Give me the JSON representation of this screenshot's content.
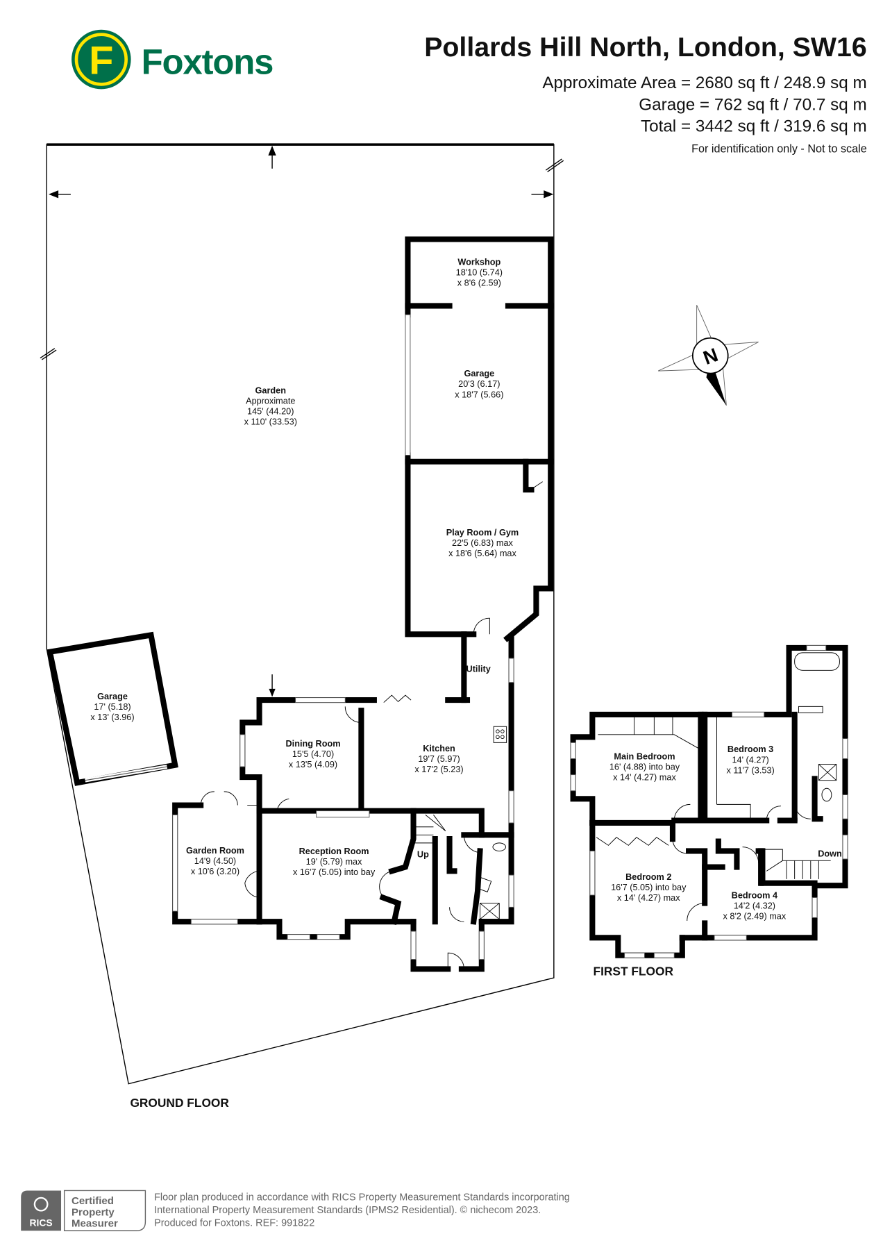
{
  "brand": {
    "name": "Foxtons",
    "logo_letter": "F",
    "green": "#00704A",
    "yellow": "#FFE500"
  },
  "header": {
    "title": "Pollards Hill North, London, SW16",
    "areas": [
      "Approximate Area = 2680 sq ft / 248.9 sq m",
      "Garage = 762 sq ft / 70.7 sq m",
      "Total = 3442 sq ft / 319.6 sq m"
    ],
    "disclaimer": "For identification only - Not to scale"
  },
  "ground_floor": {
    "label": "GROUND FLOOR",
    "rooms": {
      "garden": {
        "name": "Garden",
        "lines": [
          "Approximate",
          "145' (44.20)",
          "x 110' (33.53)"
        ]
      },
      "workshop": {
        "name": "Workshop",
        "lines": [
          "18'10 (5.74)",
          "x 8'6 (2.59)"
        ]
      },
      "garage_main": {
        "name": "Garage",
        "lines": [
          "20'3 (6.17)",
          "x 18'7 (5.66)"
        ]
      },
      "playroom": {
        "name": "Play Room / Gym",
        "lines": [
          "22'5 (6.83) max",
          "x 18'6 (5.64) max"
        ]
      },
      "utility": {
        "name": "Utility"
      },
      "garage_detached": {
        "name": "Garage",
        "lines": [
          "17' (5.18)",
          "x 13' (3.96)"
        ]
      },
      "dining": {
        "name": "Dining Room",
        "lines": [
          "15'5 (4.70)",
          "x 13'5 (4.09)"
        ]
      },
      "kitchen": {
        "name": "Kitchen",
        "lines": [
          "19'7 (5.97)",
          "x 17'2 (5.23)"
        ]
      },
      "garden_room": {
        "name": "Garden Room",
        "lines": [
          "14'9 (4.50)",
          "x 10'6 (3.20)"
        ]
      },
      "reception": {
        "name": "Reception Room",
        "lines": [
          "19' (5.79) max",
          "x 16'7 (5.05) into bay"
        ]
      }
    },
    "stairs_label": "Up"
  },
  "first_floor": {
    "label": "FIRST FLOOR",
    "rooms": {
      "main_bedroom": {
        "name": "Main Bedroom",
        "lines": [
          "16' (4.88) into bay",
          "x 14' (4.27) max"
        ]
      },
      "bedroom3": {
        "name": "Bedroom 3",
        "lines": [
          "14' (4.27)",
          "x 11'7 (3.53)"
        ]
      },
      "bedroom2": {
        "name": "Bedroom 2",
        "lines": [
          "16'7 (5.05) into bay",
          "x 14' (4.27) max"
        ]
      },
      "bedroom4": {
        "name": "Bedroom 4",
        "lines": [
          "14'2 (4.32)",
          "x 8'2 (2.49) max"
        ]
      }
    },
    "stairs_label": "Down"
  },
  "compass": {
    "label": "N"
  },
  "footer": {
    "badge": {
      "org": "RICS",
      "lines": [
        "Certified",
        "Property",
        "Measurer"
      ]
    },
    "text": [
      "Floor plan produced in accordance with RICS Property Measurement Standards incorporating",
      "International Property Measurement Standards (IPMS2 Residential).   © nichecom 2023.",
      "Produced for Foxtons.   REF: 991822"
    ]
  }
}
